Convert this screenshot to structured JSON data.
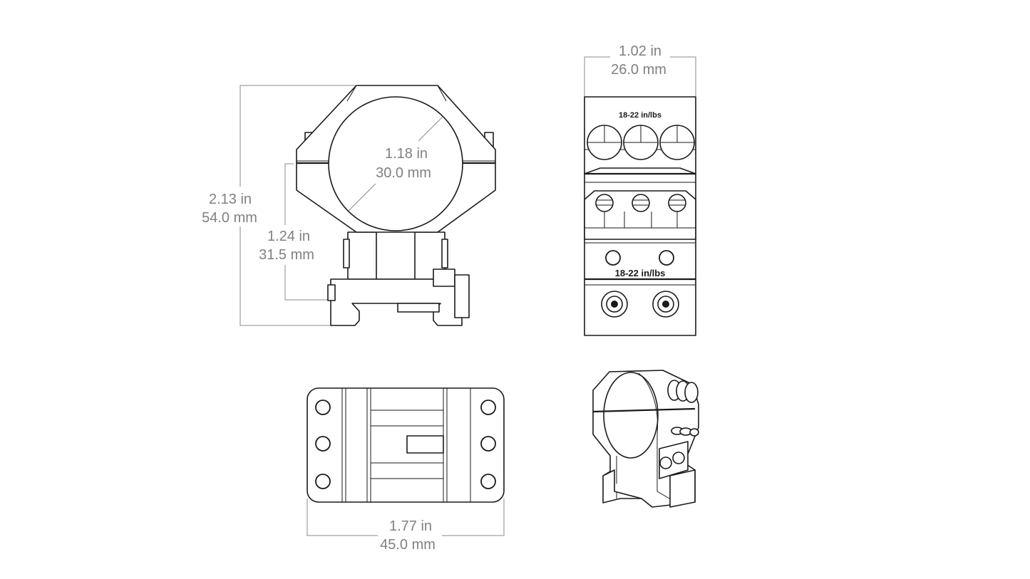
{
  "dimensions": {
    "ring_inner_diameter": {
      "inches": "1.18 in",
      "millimeters": "30.0 mm"
    },
    "overall_height": {
      "inches": "2.13 in",
      "millimeters": "54.0 mm"
    },
    "center_height": {
      "inches": "1.24 in",
      "millimeters": "31.5 mm"
    },
    "ring_width": {
      "inches": "1.02 in",
      "millimeters": "26.0 mm"
    },
    "base_length": {
      "inches": "1.77 in",
      "millimeters": "45.0 mm"
    }
  },
  "torque_labels": {
    "cap_screws": "18-22 in/lbs",
    "base_screws": "18-22 in/lbs"
  },
  "colors": {
    "dimension": "#808080",
    "outline": "#1a1a1a",
    "background": "#ffffff"
  }
}
